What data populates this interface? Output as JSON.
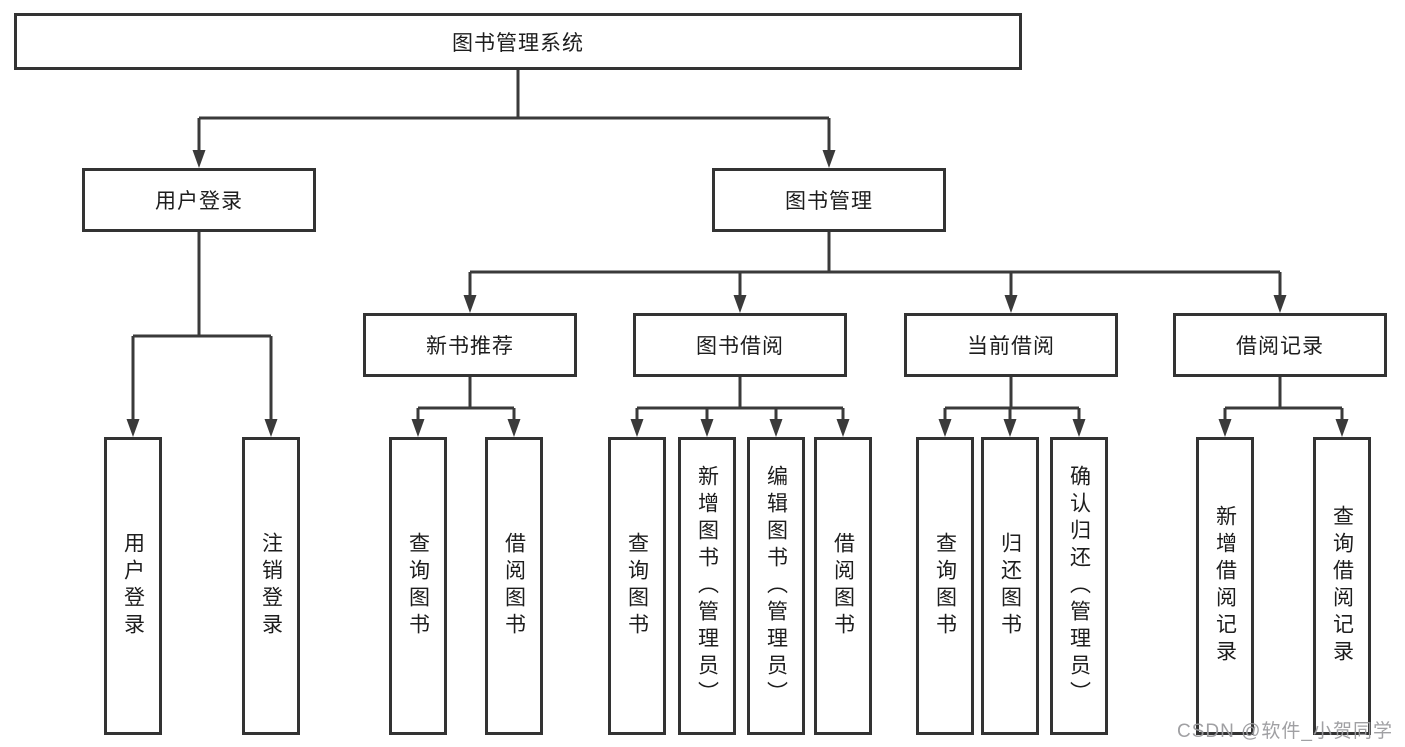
{
  "tree": {
    "label": "图书管理系统",
    "children": [
      {
        "label": "用户登录",
        "children": [
          {
            "label": "用户登录"
          },
          {
            "label": "注销登录"
          }
        ]
      },
      {
        "label": "图书管理",
        "children": [
          {
            "label": "新书推荐",
            "children": [
              {
                "label": "查询图书"
              },
              {
                "label": "借阅图书"
              }
            ]
          },
          {
            "label": "图书借阅",
            "children": [
              {
                "label": "查询图书"
              },
              {
                "label": "新增图书（管理员）"
              },
              {
                "label": "编辑图书（管理员）"
              },
              {
                "label": "借阅图书"
              }
            ]
          },
          {
            "label": "当前借阅",
            "children": [
              {
                "label": "查询图书"
              },
              {
                "label": "归还图书"
              },
              {
                "label": "确认归还（管理员）"
              }
            ]
          },
          {
            "label": "借阅记录",
            "children": [
              {
                "label": "新增借阅记录"
              },
              {
                "label": "查询借阅记录"
              }
            ]
          }
        ]
      }
    ]
  },
  "watermark": {
    "text": "CSDN @软件_小贺同学"
  },
  "colors": {
    "line": "#3a3a3a",
    "box_border": "#333333",
    "text": "#1d1d1d",
    "watermark": "#9b9b9e",
    "background": "#ffffff"
  }
}
